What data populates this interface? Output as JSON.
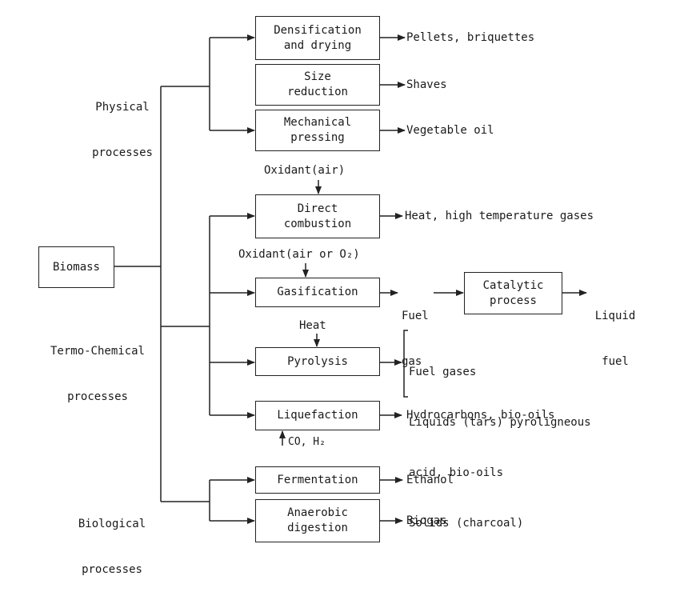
{
  "source": {
    "label": "Biomass"
  },
  "groups": {
    "physical": {
      "line1": "Physical",
      "line2": "processes"
    },
    "thermo": {
      "line1": "Termo-Chemical",
      "line2": "processes"
    },
    "biological": {
      "line1": "Biological",
      "line2": "processes"
    }
  },
  "processes": {
    "densification": {
      "line1": "Densification",
      "line2": "and drying",
      "output": "Pellets, briquettes"
    },
    "size_reduction": {
      "line1": "Size",
      "line2": "reduction",
      "output": "Shaves"
    },
    "mechanical_pressing": {
      "line1": "Mechanical",
      "line2": "pressing",
      "output": "Vegetable oil"
    },
    "direct_combustion": {
      "line1": "Direct",
      "line2": "combustion",
      "input": "Oxidant(air)",
      "output": "Heat, high temperature gases"
    },
    "gasification": {
      "label": "Gasification",
      "input": "Oxidant(air or O₂)",
      "output_line1": "Fuel",
      "output_line2": "gas"
    },
    "catalytic_process": {
      "line1": "Catalytic",
      "line2": "process",
      "output_line1": "Liquid",
      "output_line2": "fuel"
    },
    "pyrolysis": {
      "label": "Pyrolysis",
      "input": "Heat",
      "outputs": [
        "Fuel gases",
        "Liquids (tars) pyroligneous",
        "acid, bio-oils",
        "Solids (charcoal)"
      ]
    },
    "liquefaction": {
      "label": "Liquefaction",
      "input": "CO, H₂",
      "output": "Hydrocarbons, bio-oils"
    },
    "fermentation": {
      "label": "Fermentation",
      "output": "Ethanol"
    },
    "anaerobic_digestion": {
      "line1": "Anaerobic",
      "line2": "digestion",
      "output": "Biogas"
    }
  }
}
